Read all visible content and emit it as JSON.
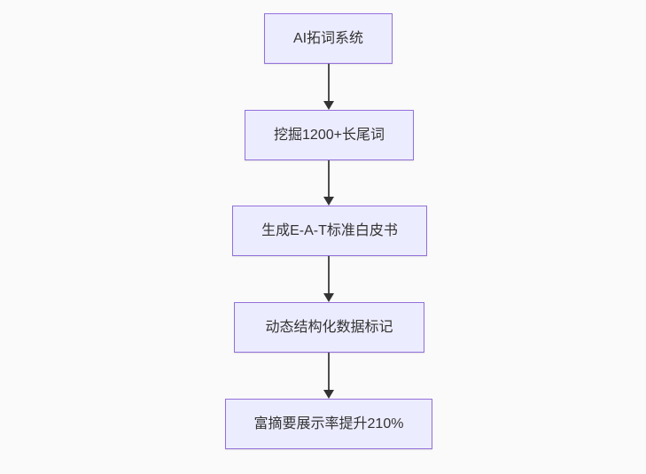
{
  "page": {
    "background_color": "#fafafa"
  },
  "diagram": {
    "type": "flowchart",
    "direction": "top-down",
    "colors": {
      "node_fill": "#ECECFF",
      "node_border": "#9370DB",
      "node_text": "#333333",
      "edge_line": "#4d4d4d",
      "arrowhead": "#333333"
    },
    "nodes": [
      {
        "label": "AI拓词系统"
      },
      {
        "label": "挖掘1200+长尾词"
      },
      {
        "label": "生成E-A-T标准白皮书"
      },
      {
        "label": "动态结构化数据标记"
      },
      {
        "label": "富摘要展示率提升210%"
      }
    ],
    "edges": [
      {
        "from": 0,
        "to": 1,
        "arrow": "down"
      },
      {
        "from": 1,
        "to": 2,
        "arrow": "down"
      },
      {
        "from": 2,
        "to": 3,
        "arrow": "down"
      },
      {
        "from": 3,
        "to": 4,
        "arrow": "down"
      }
    ]
  }
}
